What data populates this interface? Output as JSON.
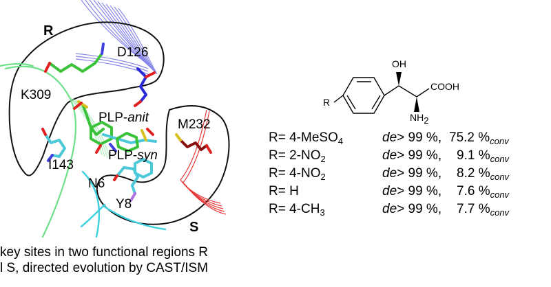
{
  "site_labels": {
    "r_region": "R",
    "s_region": "S",
    "d126": "D126",
    "k309": "K309",
    "plp_anit_prefix": "PLP-",
    "plp_anit_suffix": "anit",
    "plp_syn_prefix": "PLP-",
    "plp_syn_suffix": "syn",
    "m232": "M232",
    "i143": "I143",
    "n6": "N6",
    "y8": "Y8"
  },
  "molecule": {
    "oh": "OH",
    "cooh": "COOH",
    "nh": "NH",
    "nh_sub": "2",
    "r": "R"
  },
  "results": [
    {
      "prefix": "R=",
      "sub_main": "4-MeSO",
      "sub_sub": "4",
      "de_label": "de",
      "de_value": "> 99 %,",
      "conv_value": "75.2 %",
      "conv_sub": "conv"
    },
    {
      "prefix": "R=",
      "sub_main": "2-NO",
      "sub_sub": "2",
      "de_label": "de",
      "de_value": "> 99 %,",
      "conv_value": "9.1 %",
      "conv_sub": "conv"
    },
    {
      "prefix": "R=",
      "sub_main": "4-NO",
      "sub_sub": "2",
      "de_label": "de",
      "de_value": "> 99 %,",
      "conv_value": "8.2 %",
      "conv_sub": "conv"
    },
    {
      "prefix": "R=",
      "sub_main": "H",
      "sub_sub": "",
      "de_label": "de",
      "de_value": "> 99 %,",
      "conv_value": "7.6 %",
      "conv_sub": "conv"
    },
    {
      "prefix": "R=",
      "sub_main": "4-CH",
      "sub_sub": "3",
      "de_label": "de",
      "de_value": "> 99 %,",
      "conv_value": "7.7 %",
      "conv_sub": "conv"
    }
  ],
  "caption": {
    "line1": "key sites in two functional regions R",
    "line2": "l S, directed evolution by CAST/ISM"
  },
  "colors": {
    "region_outline": "#111111",
    "ribbon_blue": "#7a7ae8",
    "ribbon_green": "#6fe08a",
    "ribbon_cyan": "#3fd0e0",
    "ribbon_red": "#e83838",
    "stick_green": "#3ac23a",
    "stick_cyan": "#4cc8d8",
    "stick_blue": "#2828d8",
    "stick_darkred": "#8a1010",
    "atom_red": "#e02020",
    "atom_yellow": "#d8c020",
    "atom_blue": "#4040e0"
  }
}
